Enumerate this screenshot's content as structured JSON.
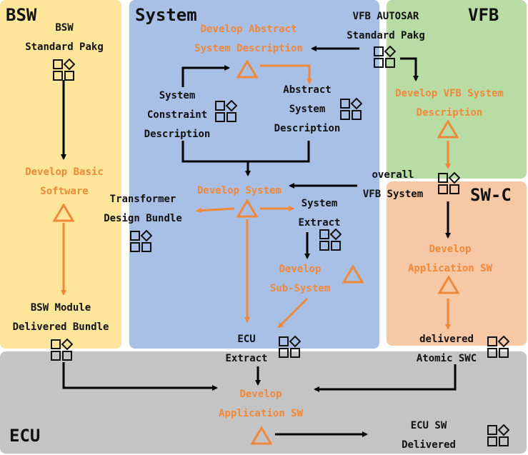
{
  "colors": {
    "bsw_bg": "#fde59a",
    "system_bg": "#a8bfe6",
    "vfb_bg": "#b9dca4",
    "swc_bg": "#f7c8a6",
    "ecu_bg": "#c4c4c4",
    "process_orange": "#f0883a",
    "arrow_black": "#000000"
  },
  "regions": {
    "bsw": "BSW",
    "system": "System",
    "vfb": "VFB",
    "swc": "SW-C",
    "ecu": "ECU"
  },
  "nodes": {
    "bsw_std_pkg": [
      "BSW",
      "Standard Pakg"
    ],
    "dev_basic_sw": [
      "Develop Basic",
      "Software"
    ],
    "bsw_module": [
      "BSW Module",
      "Delivered Bundle"
    ],
    "dev_abstract": [
      "Develop Abstract",
      "System Description"
    ],
    "vfb_autosar": [
      "VFB AUTOSAR",
      "Standard Pakg"
    ],
    "sys_constraint": [
      "System",
      "Constraint",
      "Description"
    ],
    "abstract_sys": [
      "Abstract",
      "System",
      "Description"
    ],
    "dev_vfb": [
      "Develop VFB System",
      "Description"
    ],
    "transformer": [
      "Transformer",
      "Design Bundle"
    ],
    "dev_system": [
      "Develop System"
    ],
    "overall_vfb": [
      "overall",
      "VFB System"
    ],
    "sys_extract": [
      "System",
      "Extract"
    ],
    "dev_subsystem": [
      "Develop",
      "Sub-System"
    ],
    "dev_app_sw_swc": [
      "Develop",
      "Application SW"
    ],
    "ecu_extract": [
      "ECU",
      "Extract"
    ],
    "delivered_atomic": [
      "delivered",
      "Atomic SWC"
    ],
    "dev_app_sw_ecu": [
      "Develop",
      "Application SW"
    ],
    "ecu_sw": [
      "ECU SW",
      "Delivered"
    ]
  },
  "icons": {
    "work_product": "package-icon",
    "process": "triangle-process-icon"
  }
}
